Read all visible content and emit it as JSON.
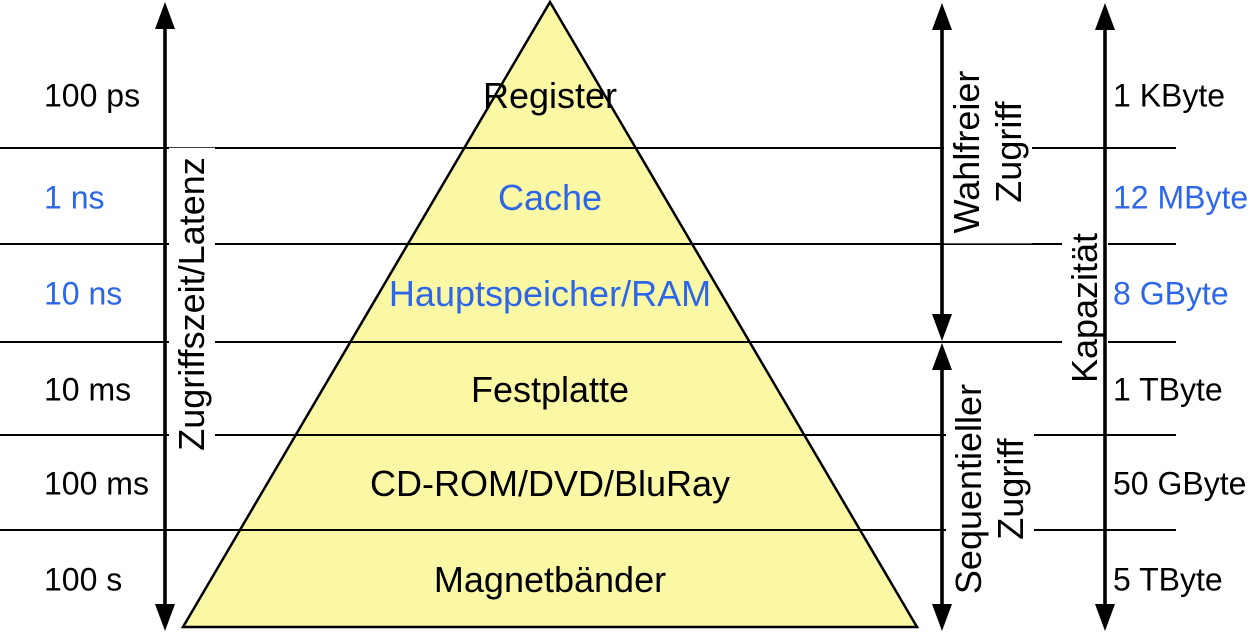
{
  "colors": {
    "pyramid_fill": "#FBF8A5",
    "blue": "#2D66E8",
    "black": "#000000"
  },
  "left_axis": {
    "label": "Zugriffszeit/Latenz"
  },
  "right_axes": {
    "random_access": {
      "line1": "Wahlfreier",
      "line2": "Zugriff"
    },
    "sequential_access": {
      "line1": "Sequentieller",
      "line2": "Zugriff"
    },
    "capacity": {
      "label": "Kapazität"
    }
  },
  "levels": [
    {
      "name": "Register",
      "access_time": "100 ps",
      "capacity": "1 KByte",
      "highlighted": false
    },
    {
      "name": "Cache",
      "access_time": "1 ns",
      "capacity": "12 MByte",
      "highlighted": true
    },
    {
      "name": "Hauptspeicher/RAM",
      "access_time": "10 ns",
      "capacity": "8 GByte",
      "highlighted": true
    },
    {
      "name": "Festplatte",
      "access_time": "10 ms",
      "capacity": "1 TByte",
      "highlighted": false
    },
    {
      "name": "CD-ROM/DVD/BluRay",
      "access_time": "100 ms",
      "capacity": "50 GByte",
      "highlighted": false
    },
    {
      "name": "Magnetbänder",
      "access_time": "100 s",
      "capacity": "5 TByte",
      "highlighted": false
    }
  ]
}
